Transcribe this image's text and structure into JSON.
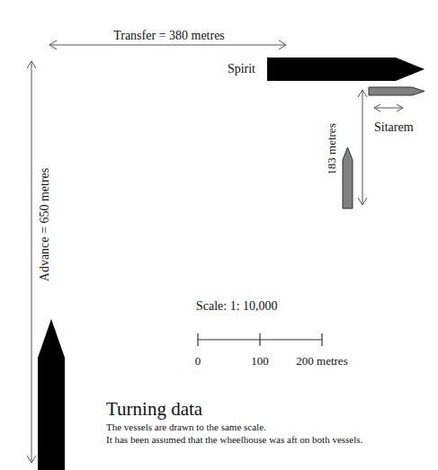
{
  "diagram": {
    "title": "Turning data",
    "labels": [
      "Transfer = 380 metres",
      "Spirit",
      "Sitarem",
      "183 metres",
      "Advance = 650 metres",
      "Scale: 1: 10,000",
      "0",
      "100",
      "200 metres",
      "The vessels are drawn to the same scale.",
      "It has been assumed that the wheelhouse was aft on both vessels."
    ]
  }
}
